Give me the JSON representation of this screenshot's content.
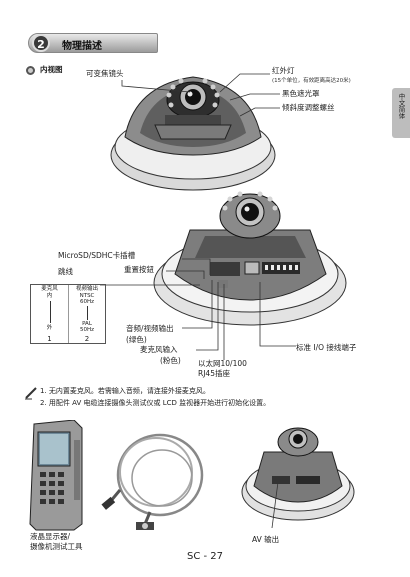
{
  "section": {
    "number": "2",
    "title": "物理描述"
  },
  "side_tab": "中文简体",
  "overview_label": "内视图",
  "top_callouts": {
    "varifocal_lens": "可变焦镜头",
    "ir_led": "红外灯",
    "ir_led_note": "(15个单位，有效距离高达20米)",
    "black_cover": "黑色遮光罩",
    "tilt_screw": "倾斜度调整螺丝"
  },
  "mid_callouts": {
    "microsd": "MicroSD/SDHC卡插槽",
    "jumper": "跳线",
    "reset": "重置按鈕",
    "audio_video_out": "音频/视频输出",
    "audio_video_out_color": "(绿色)",
    "mic_in": "麦克风输入",
    "mic_in_color": "(粉色)",
    "ethernet": "以太网10/100",
    "ethernet_2": "RJ45插座",
    "io_terminal": "标准 I/O 接线端子"
  },
  "jumper_table": {
    "col1_header": "麦克风",
    "col1_top": "内",
    "col1_bottom": "外",
    "col1_num": "1",
    "col2_header": "视频输出",
    "col2_top_1": "NTSC",
    "col2_top_2": "60Hz",
    "col2_bottom_1": "PAL",
    "col2_bottom_2": "50Hz",
    "col2_num": "2"
  },
  "notes": [
    "1. 无内置麦克风。若需输入音频，请连接外接麦克风。",
    "2. 用配件 AV 电缆连接摄像头测试仪或 LCD 监视器开始进行初始化设置。"
  ],
  "bottom_labels": {
    "tester_1": "液晶显示器/",
    "tester_2": "摄像机测试工具",
    "av_out": "AV 输出"
  },
  "page_number": "SC - 27"
}
